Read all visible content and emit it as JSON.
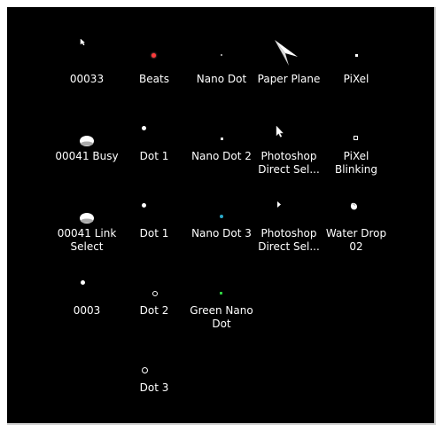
{
  "cursor_items": [
    {
      "label": "00033",
      "icon": "arrow-cursor-icon"
    },
    {
      "label": "Beats",
      "icon": "red-dot-icon",
      "color": "#ff3b3b"
    },
    {
      "label": "Nano Dot",
      "icon": "tiny-dot-icon"
    },
    {
      "label": "Paper Plane",
      "icon": "paper-plane-icon"
    },
    {
      "label": "PiXel",
      "icon": "pixel-dot-icon"
    },
    {
      "label": "00041 Busy",
      "icon": "blob-icon"
    },
    {
      "label": "Dot 1",
      "icon": "dot-icon"
    },
    {
      "label": "Nano Dot 2",
      "icon": "tiny-dot-icon"
    },
    {
      "label": "Photoshop\nDirect Sel...",
      "icon": "direct-select-arrow-icon"
    },
    {
      "label": "PiXel Blinking",
      "icon": "hollow-square-icon"
    },
    {
      "label": "00041 Link\nSelect",
      "icon": "blob-icon"
    },
    {
      "label": "Dot 1",
      "icon": "dot-icon"
    },
    {
      "label": "Nano Dot 3",
      "icon": "teal-dot-icon",
      "color": "#2aa9c9"
    },
    {
      "label": "Photoshop\nDirect Sel...",
      "icon": "small-arrow-icon"
    },
    {
      "label": "Water Drop\n02",
      "icon": "water-drop-icon"
    },
    {
      "label": "0003",
      "icon": "dot-icon"
    },
    {
      "label": "Dot 2",
      "icon": "ring-icon"
    },
    {
      "label": "Green Nano\nDot",
      "icon": "green-dot-icon",
      "color": "#2ecc40"
    },
    {
      "label": "Dot 3",
      "icon": "ring-icon"
    }
  ]
}
